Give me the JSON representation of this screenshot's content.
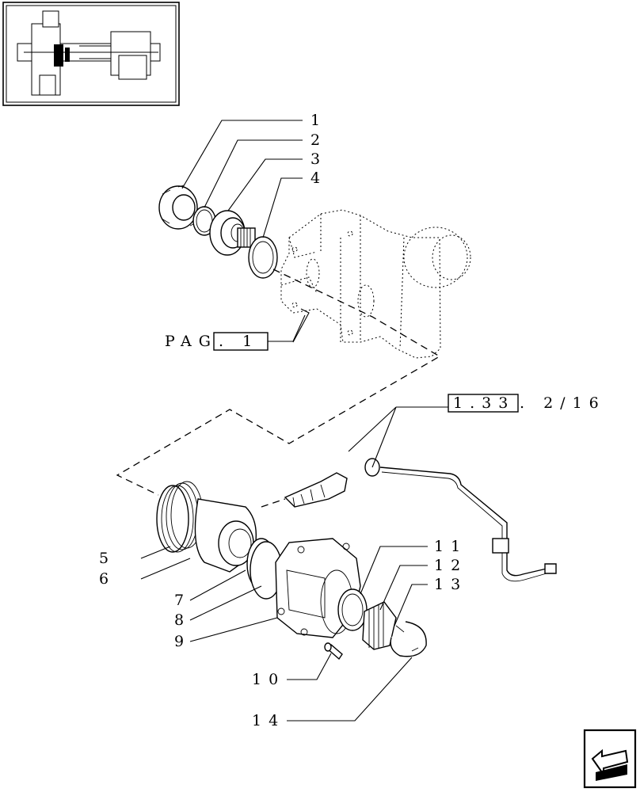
{
  "thumbnail": {
    "icon": "axle-assembly-thumbnail-icon"
  },
  "reference_page": {
    "prefix": "PAG",
    "boxed": ". 1"
  },
  "reference_section": {
    "boxed": "1.33",
    "suffix": ". 2/16"
  },
  "parts": [
    {
      "label": "1"
    },
    {
      "label": "2"
    },
    {
      "label": "3"
    },
    {
      "label": "4"
    },
    {
      "label": "5"
    },
    {
      "label": "6"
    },
    {
      "label": "7"
    },
    {
      "label": "8"
    },
    {
      "label": "9"
    },
    {
      "label": "10"
    },
    {
      "label": "11"
    },
    {
      "label": "12"
    },
    {
      "label": "13"
    },
    {
      "label": "14"
    }
  ],
  "nav": {
    "icon": "next-page-arrow-icon"
  }
}
